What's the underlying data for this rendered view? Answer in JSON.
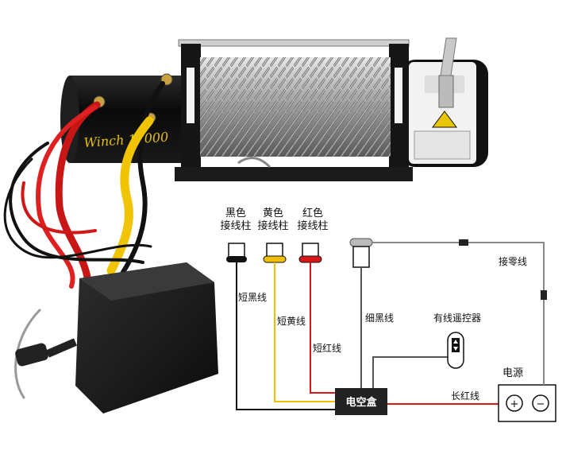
{
  "photo": {
    "winch_label": "Winch 12000",
    "remote_label": "",
    "remote_brand": ""
  },
  "diagram": {
    "terminal_black": [
      "黑色",
      "接线柱"
    ],
    "terminal_yellow": [
      "黄色",
      "接线柱"
    ],
    "terminal_red": [
      "红色",
      "接线柱"
    ],
    "wire_short_black": "短黑线",
    "wire_short_yellow": "短黄线",
    "wire_short_red": "短红线",
    "wire_thin_black": "细黑线",
    "wire_neutral": "接零线",
    "wired_remote": "有线遥控器",
    "power_source": "电源",
    "wire_long_red": "长红线",
    "control_box": "电空盒",
    "plus_symbol": "+",
    "minus_symbol": "−"
  },
  "colors": {
    "black_wire": "#111111",
    "yellow_wire": "#f0c000",
    "red_wire": "#d81818",
    "gray_wire": "#777777",
    "control_box": "#222222"
  }
}
